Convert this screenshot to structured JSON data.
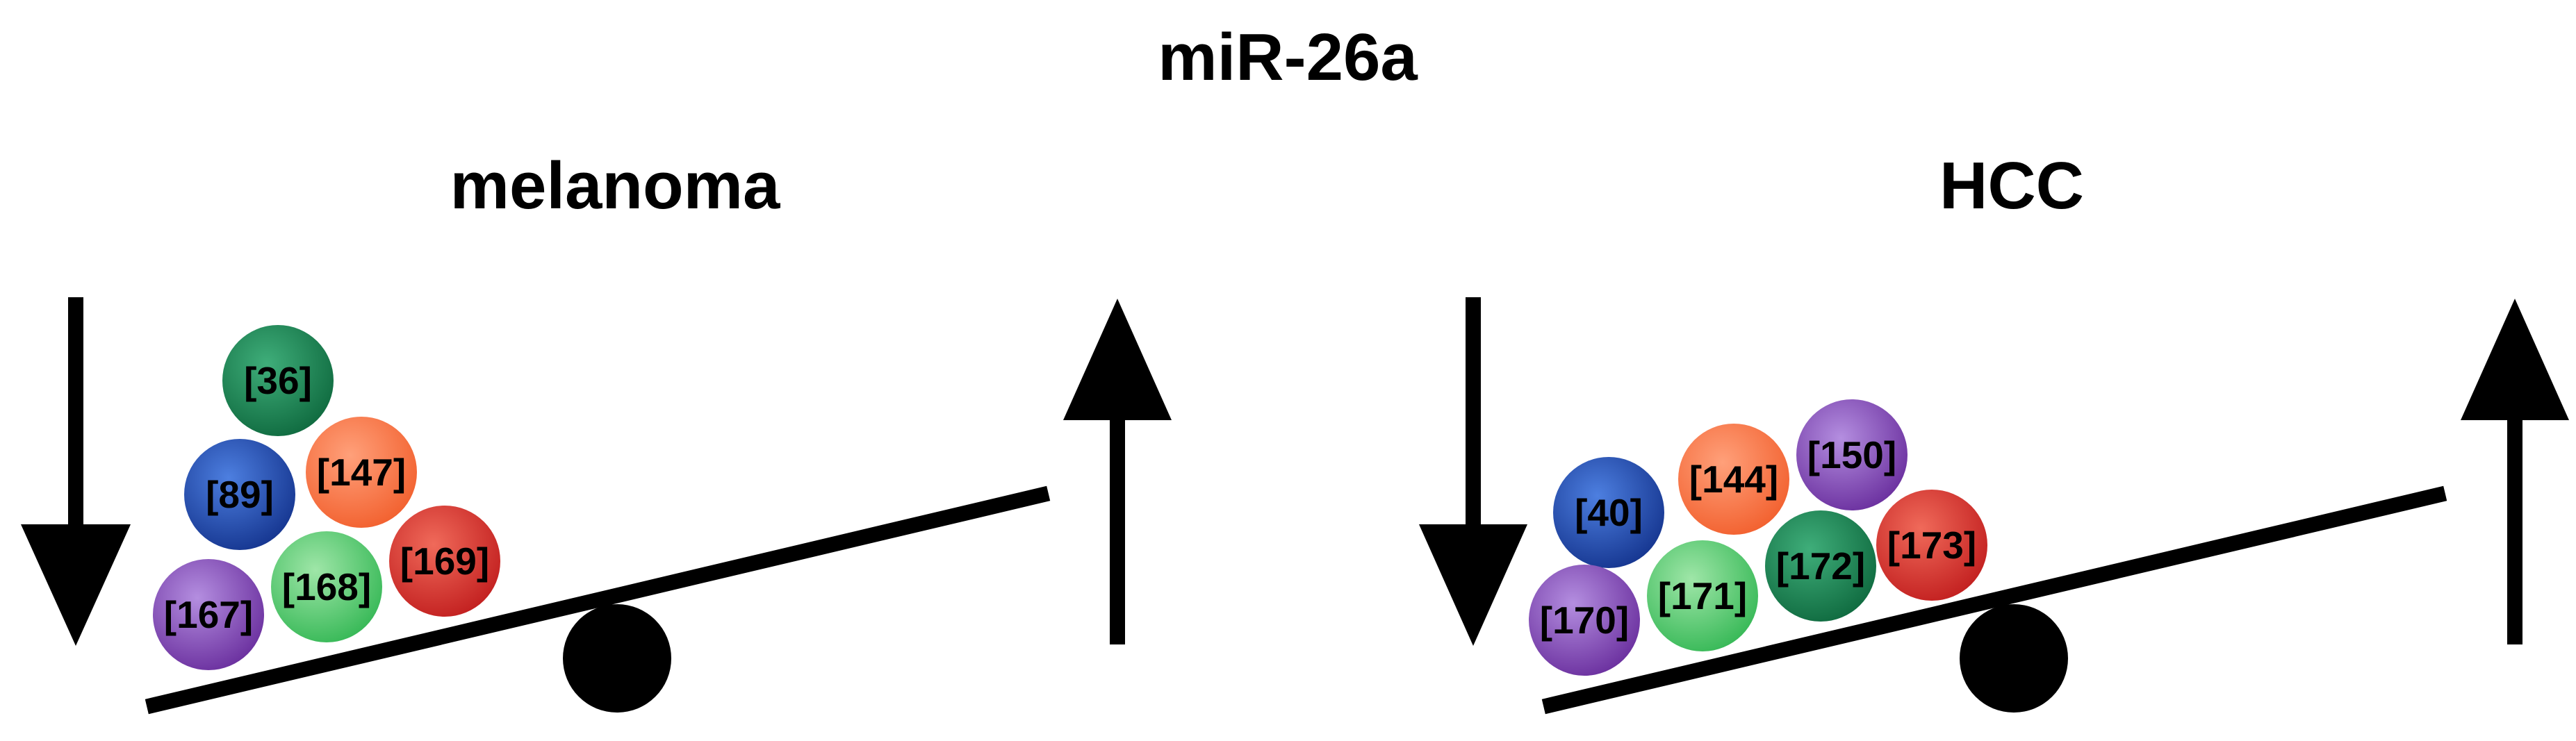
{
  "title": "miR-26a",
  "panels": [
    {
      "id": "melanoma",
      "label": "melanoma",
      "balls": [
        {
          "label": "[36]",
          "color": "green"
        },
        {
          "label": "[89]",
          "color": "blue"
        },
        {
          "label": "[147]",
          "color": "orange"
        },
        {
          "label": "[167]",
          "color": "purple"
        },
        {
          "label": "[168]",
          "color": "lightgreen"
        },
        {
          "label": "[169]",
          "color": "red"
        }
      ]
    },
    {
      "id": "hcc",
      "label": "HCC",
      "balls": [
        {
          "label": "[40]",
          "color": "blue"
        },
        {
          "label": "[144]",
          "color": "orange"
        },
        {
          "label": "[150]",
          "color": "purple"
        },
        {
          "label": "[170]",
          "color": "purple"
        },
        {
          "label": "[171]",
          "color": "lightgreen"
        },
        {
          "label": "[172]",
          "color": "green"
        },
        {
          "label": "[173]",
          "color": "red"
        }
      ]
    }
  ],
  "palette": {
    "green": [
      "#3fae7a",
      "#0f6a3f"
    ],
    "blue": [
      "#4d7fe0",
      "#15358f"
    ],
    "orange": [
      "#ffa07a",
      "#f2602e"
    ],
    "purple": [
      "#b48ee0",
      "#6a2f9e"
    ],
    "lightgreen": [
      "#9fe6a8",
      "#36b856"
    ],
    "red": [
      "#f06a5a",
      "#c21f1f"
    ]
  }
}
